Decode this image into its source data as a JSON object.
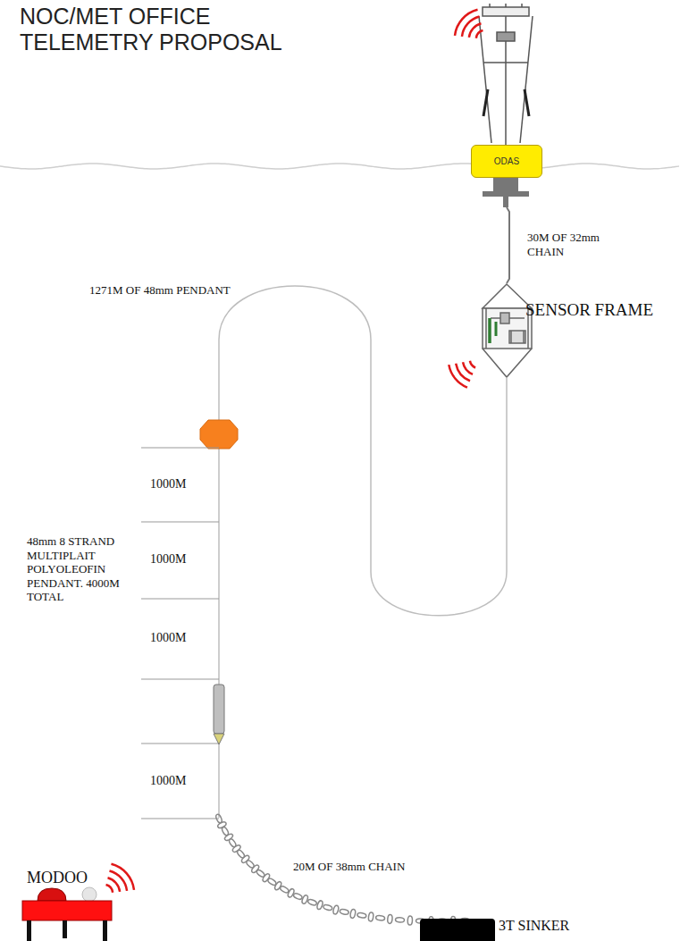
{
  "diagram": {
    "title": "NOC/MET OFFICE TELEMETRY PROPOSAL",
    "nodes": [
      {
        "text": [
          "ODAS"
        ]
      }
    ],
    "labels": [
      "30M OF 32mm CHAIN",
      "SENSOR FRAME",
      "1271M OF 48mm PENDANT",
      "1000M",
      "1000M",
      "1000M",
      "1000M",
      "48mm 8 STRAND MULTIPLAIT POLYOLEOFIN PENDANT. 4000M TOTAL",
      "20M OF 38mm CHAIN",
      "MODOO",
      "3T SINKER"
    ]
  }
}
